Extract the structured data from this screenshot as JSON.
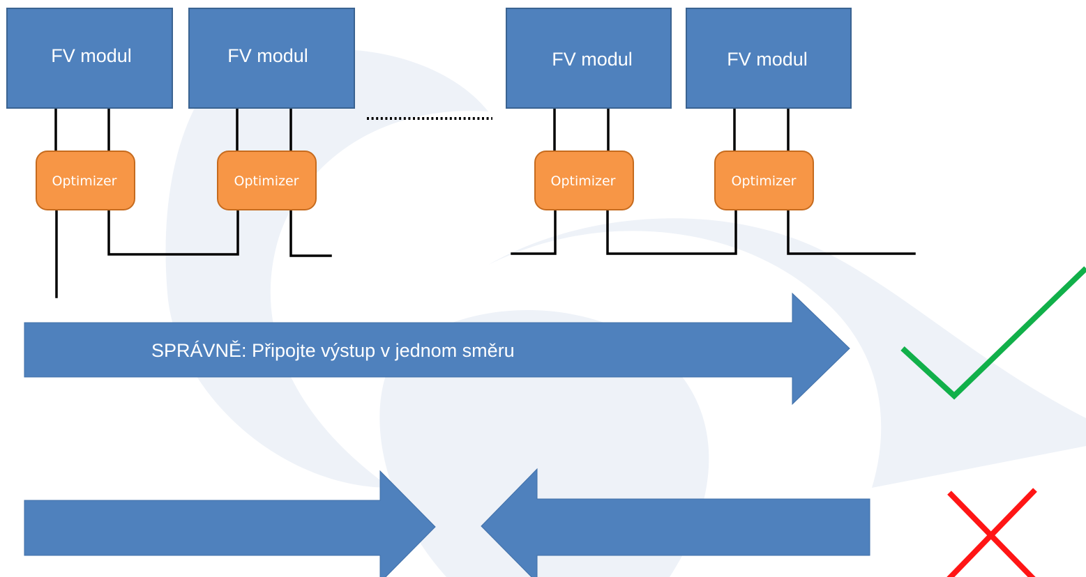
{
  "modules": [
    {
      "label": "FV modul",
      "optimizer_label": "Optimizer"
    },
    {
      "label": "FV modul",
      "optimizer_label": "Optimizer"
    },
    {
      "label": "FV modul",
      "optimizer_label": "Optimizer"
    },
    {
      "label": "FV modul",
      "optimizer_label": "Optimizer"
    }
  ],
  "correct": {
    "label": "SPRÁVNĚ: Připojte výstup v jednom směru",
    "mark_icon": "check-mark"
  },
  "wrong": {
    "mark_icon": "cross-mark"
  },
  "colors": {
    "module_fill": "#4f81bd",
    "module_stroke": "#3a6391",
    "optimizer_fill": "#f79646",
    "optimizer_stroke": "#c66b1e",
    "arrow_fill": "#4f81bd",
    "check": "#11b04a",
    "cross": "#ff1515",
    "watermark": "#eef2f8"
  }
}
